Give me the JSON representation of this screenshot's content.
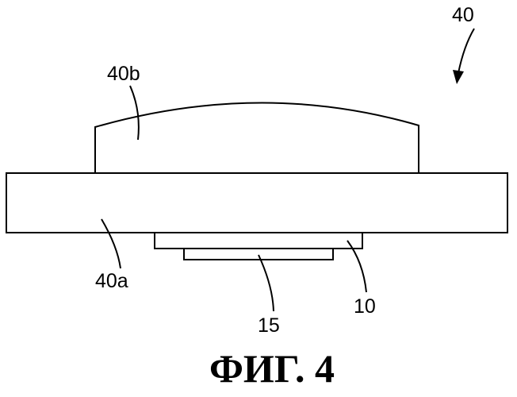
{
  "labels": {
    "assembly": "40",
    "lens": "40b",
    "substrate": "40a",
    "chip_carrier": "10",
    "chip": "15"
  },
  "caption": "ФИГ. 4"
}
